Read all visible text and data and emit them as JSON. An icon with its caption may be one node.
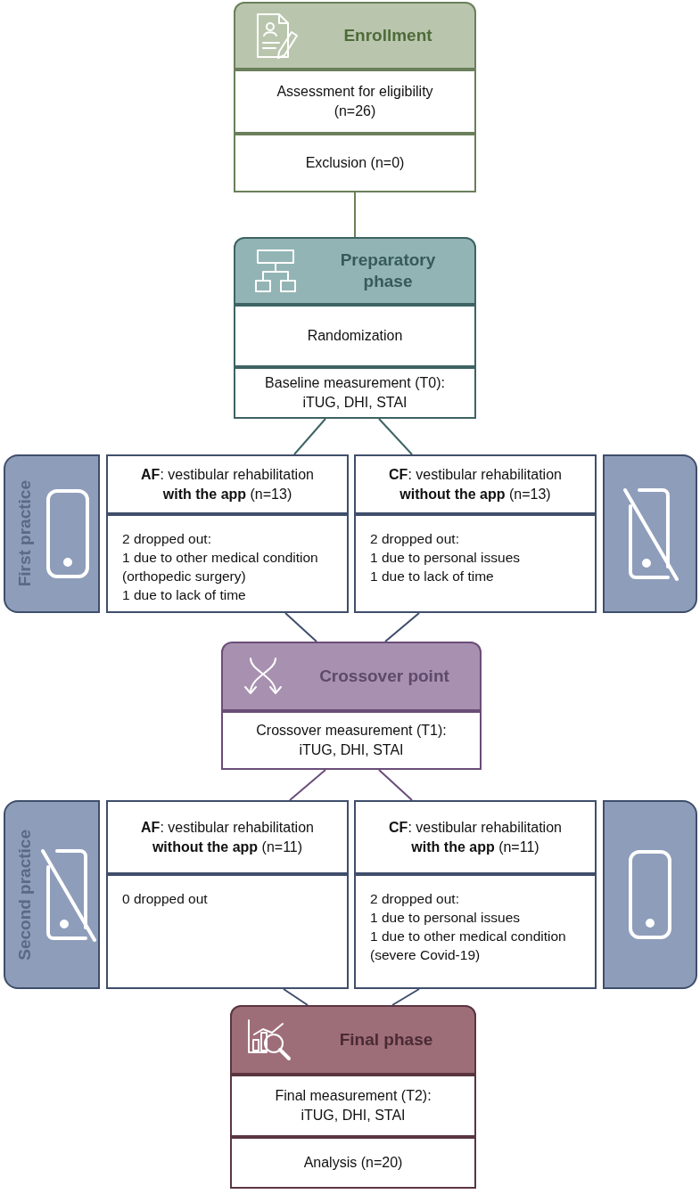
{
  "diagram": {
    "nodes": [
      {
        "text": [
          "Enrollment"
        ]
      },
      {
        "text": [
          "Assessment for eligibility (n=26)"
        ]
      },
      {
        "text": [
          "Exclusion (n=0)"
        ]
      },
      {
        "text": [
          "Preparatory phase"
        ]
      },
      {
        "text": [
          "Randomization"
        ]
      },
      {
        "text": [
          "Baseline measurement (T0): iTUG, DHI, STAI"
        ]
      },
      {
        "text": [
          "First practice"
        ]
      },
      {
        "text": [
          "**AF**: vestibular rehabilitation **with the app** (n=13)"
        ]
      },
      {
        "text": [
          "2 dropped out:",
          "1 due to other medical condition (orthopedic surgery)",
          "1 due to lack of time"
        ]
      },
      {
        "text": [
          "**CF**: vestibular rehabilitation **without the app** (n=13)"
        ]
      },
      {
        "text": [
          "2 dropped out:",
          "1 due to personal issues",
          "1 due to lack of time"
        ]
      },
      {
        "text": [],
        "shape": "box"
      },
      {
        "text": [
          "Crossover point"
        ]
      },
      {
        "text": [
          "Crossover measurement (T1): iTUG, DHI, STAI"
        ]
      },
      {
        "text": [
          "Second practice"
        ]
      },
      {
        "text": [
          "**AF**: vestibular rehabilitation **without the app** (n=11)"
        ]
      },
      {
        "text": [
          "0 dropped out"
        ]
      },
      {
        "text": [
          "**CF**: vestibular rehabilitation **with the app** (n=11)"
        ]
      },
      {
        "text": [
          "2 dropped out:",
          "1 due to personal issues",
          "1 due to other medical condition (severe Covid-19)"
        ]
      },
      {
        "text": [],
        "shape": "box"
      },
      {
        "text": [
          "Final phase"
        ]
      },
      {
        "text": [
          "Final measurement (T2): iTUG, DHI, STAI"
        ]
      },
      {
        "text": [
          "Analysis (n=20)"
        ]
      }
    ],
    "edges": [
      {
        "from": 2,
        "to": 3,
        "arrow": "none",
        "color": "#6a7f5a"
      },
      {
        "from": 5,
        "to": 7,
        "arrow": "none",
        "color": "#3e6363"
      },
      {
        "from": 5,
        "to": 9,
        "arrow": "none",
        "color": "#3e6363"
      },
      {
        "from": 8,
        "to": 12,
        "arrow": "none"
      },
      {
        "from": 10,
        "to": 12,
        "arrow": "none"
      },
      {
        "from": 13,
        "to": 15,
        "arrow": "none",
        "color": "#6a4d78"
      },
      {
        "from": 13,
        "to": 17,
        "arrow": "none",
        "color": "#6a4d78"
      },
      {
        "from": 16,
        "to": 20,
        "arrow": "none"
      },
      {
        "from": 18,
        "to": 20,
        "arrow": "none"
      }
    ]
  }
}
